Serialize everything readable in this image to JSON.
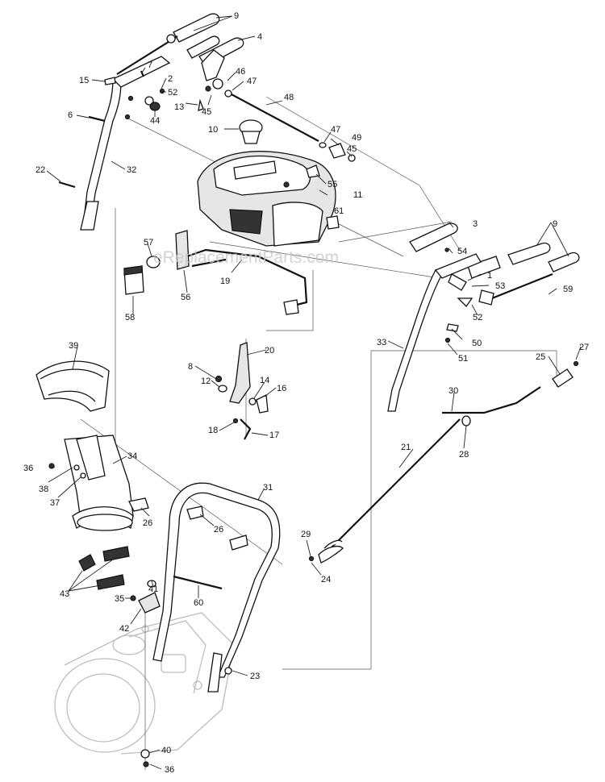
{
  "watermark": "eReplacementParts.com",
  "callouts": [
    "9",
    "4",
    "7",
    "15",
    "2",
    "52",
    "46",
    "47",
    "13",
    "45",
    "44",
    "48",
    "6",
    "10",
    "47",
    "49",
    "45",
    "32",
    "22",
    "55",
    "11",
    "61",
    "3",
    "9",
    "57",
    "54",
    "1",
    "53",
    "59",
    "52",
    "19",
    "56",
    "58",
    "33",
    "50",
    "51",
    "27",
    "25",
    "20",
    "39",
    "8",
    "14",
    "16",
    "12",
    "30",
    "18",
    "17",
    "21",
    "28",
    "36",
    "34",
    "38",
    "37",
    "26",
    "31",
    "26",
    "29",
    "24",
    "41",
    "43",
    "35",
    "60",
    "42",
    "23",
    "40",
    "36"
  ]
}
